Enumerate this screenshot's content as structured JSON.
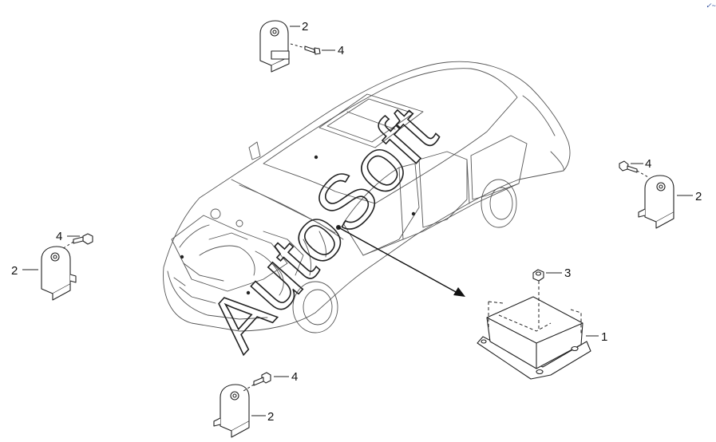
{
  "diagram": {
    "callouts": [
      {
        "id": "c1",
        "text": "1"
      },
      {
        "id": "c2a",
        "text": "2"
      },
      {
        "id": "c2b",
        "text": "2"
      },
      {
        "id": "c2c",
        "text": "2"
      },
      {
        "id": "c2d",
        "text": "2"
      },
      {
        "id": "c3",
        "text": "3"
      },
      {
        "id": "c4a",
        "text": "4"
      },
      {
        "id": "c4b",
        "text": "4"
      },
      {
        "id": "c4c",
        "text": "4"
      },
      {
        "id": "c4d",
        "text": "4"
      }
    ],
    "watermark": "AutoSoft",
    "corner_mark": "✓~"
  }
}
